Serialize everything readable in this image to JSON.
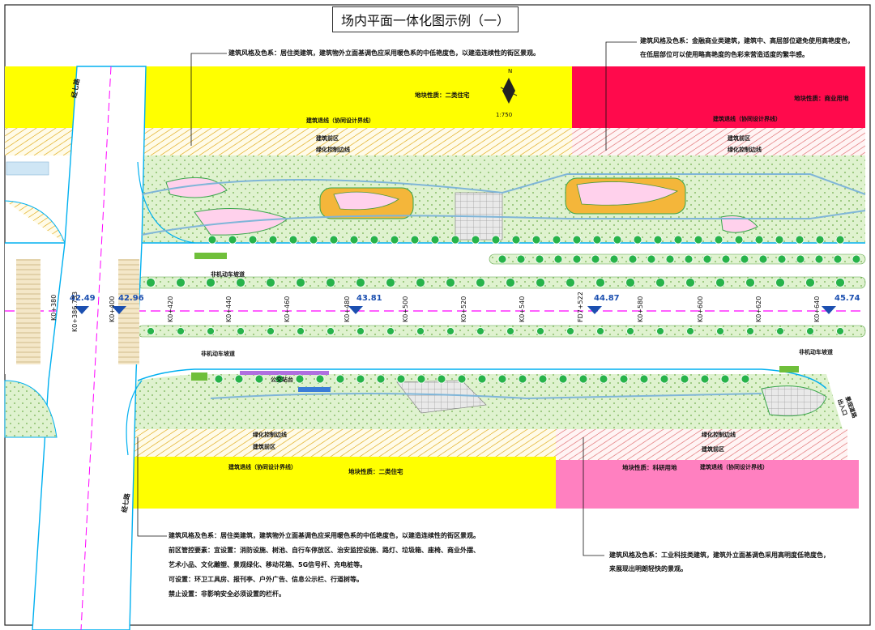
{
  "title": "场内平面一体化图示例（一）",
  "colors": {
    "residential": "#ffff00",
    "commercial": "#ff0a4c",
    "research": "#ff80c0",
    "green": "#dff2cf",
    "road_edge": "#00b0f0",
    "centerline": "#ff00ff"
  },
  "notes": {
    "top_left": "建筑风格及色系：居住类建筑，建筑物外立面基调色应采用暖色系的中低艳度色，以建造连续性的街区景观。",
    "top_right_1": "建筑风格及色系：金融商业类建筑，建筑中、高层部位避免使用高艳度色，",
    "top_right_2": "在低层部位可以使用略高艳度的色彩来营造适度的繁华感。",
    "bottom_left_1": "建筑风格及色系：居住类建筑，建筑物外立面基调色应采用暖色系的中低艳度色，以建造连续性的街区景观。",
    "bottom_left_2": "前区管控要素：宜设置：消防设施、树池、自行车停放区、治安监控设施、路灯、垃圾箱、座椅、商业外摆、",
    "bottom_left_3": "艺术小品、文化雕塑、景观绿化、移动花箱、5G信号杆、充电桩等。",
    "bottom_left_4": "可设置：环卫工具房、报刊亭、户外广告、信息公示栏、行道树等。",
    "bottom_left_5": "禁止设置：非影响安全必须设置的栏杆。",
    "bottom_right_1": "建筑风格及色系：工业科技类建筑，建筑外立面基调色采用高明度低艳度色，",
    "bottom_right_2": "来展现出明朗轻快的景观。"
  },
  "plots": {
    "top_residential": "地块性质：二类住宅",
    "top_commercial": "地块性质：商业用地",
    "bottom_residential": "地块性质：二类住宅",
    "bottom_research": "地块性质：科研用地"
  },
  "labels": {
    "building_line": "建筑退线（协同设计界线）",
    "front_zone": "建筑前区",
    "green_line": "绿化控制边线",
    "bike_lane": "非机动车坡道",
    "bus_stop": "公交站台",
    "north": "N",
    "scale": "1:750",
    "road_west_top": "经七路",
    "road_west_bottom": "经七路",
    "right_entry": "景观道路出入口"
  },
  "stations": [
    "K0+380",
    "K0+386.733",
    "K0+400",
    "K0+420",
    "K0+440",
    "K0+460",
    "K0+480",
    "K0+500",
    "K0+520",
    "K0+540",
    "FD7+522",
    "K0+580",
    "K0+600",
    "K0+620",
    "K0+640"
  ],
  "elevations": [
    "42.49",
    "42.96",
    "43.81",
    "44.87",
    "45.74"
  ]
}
